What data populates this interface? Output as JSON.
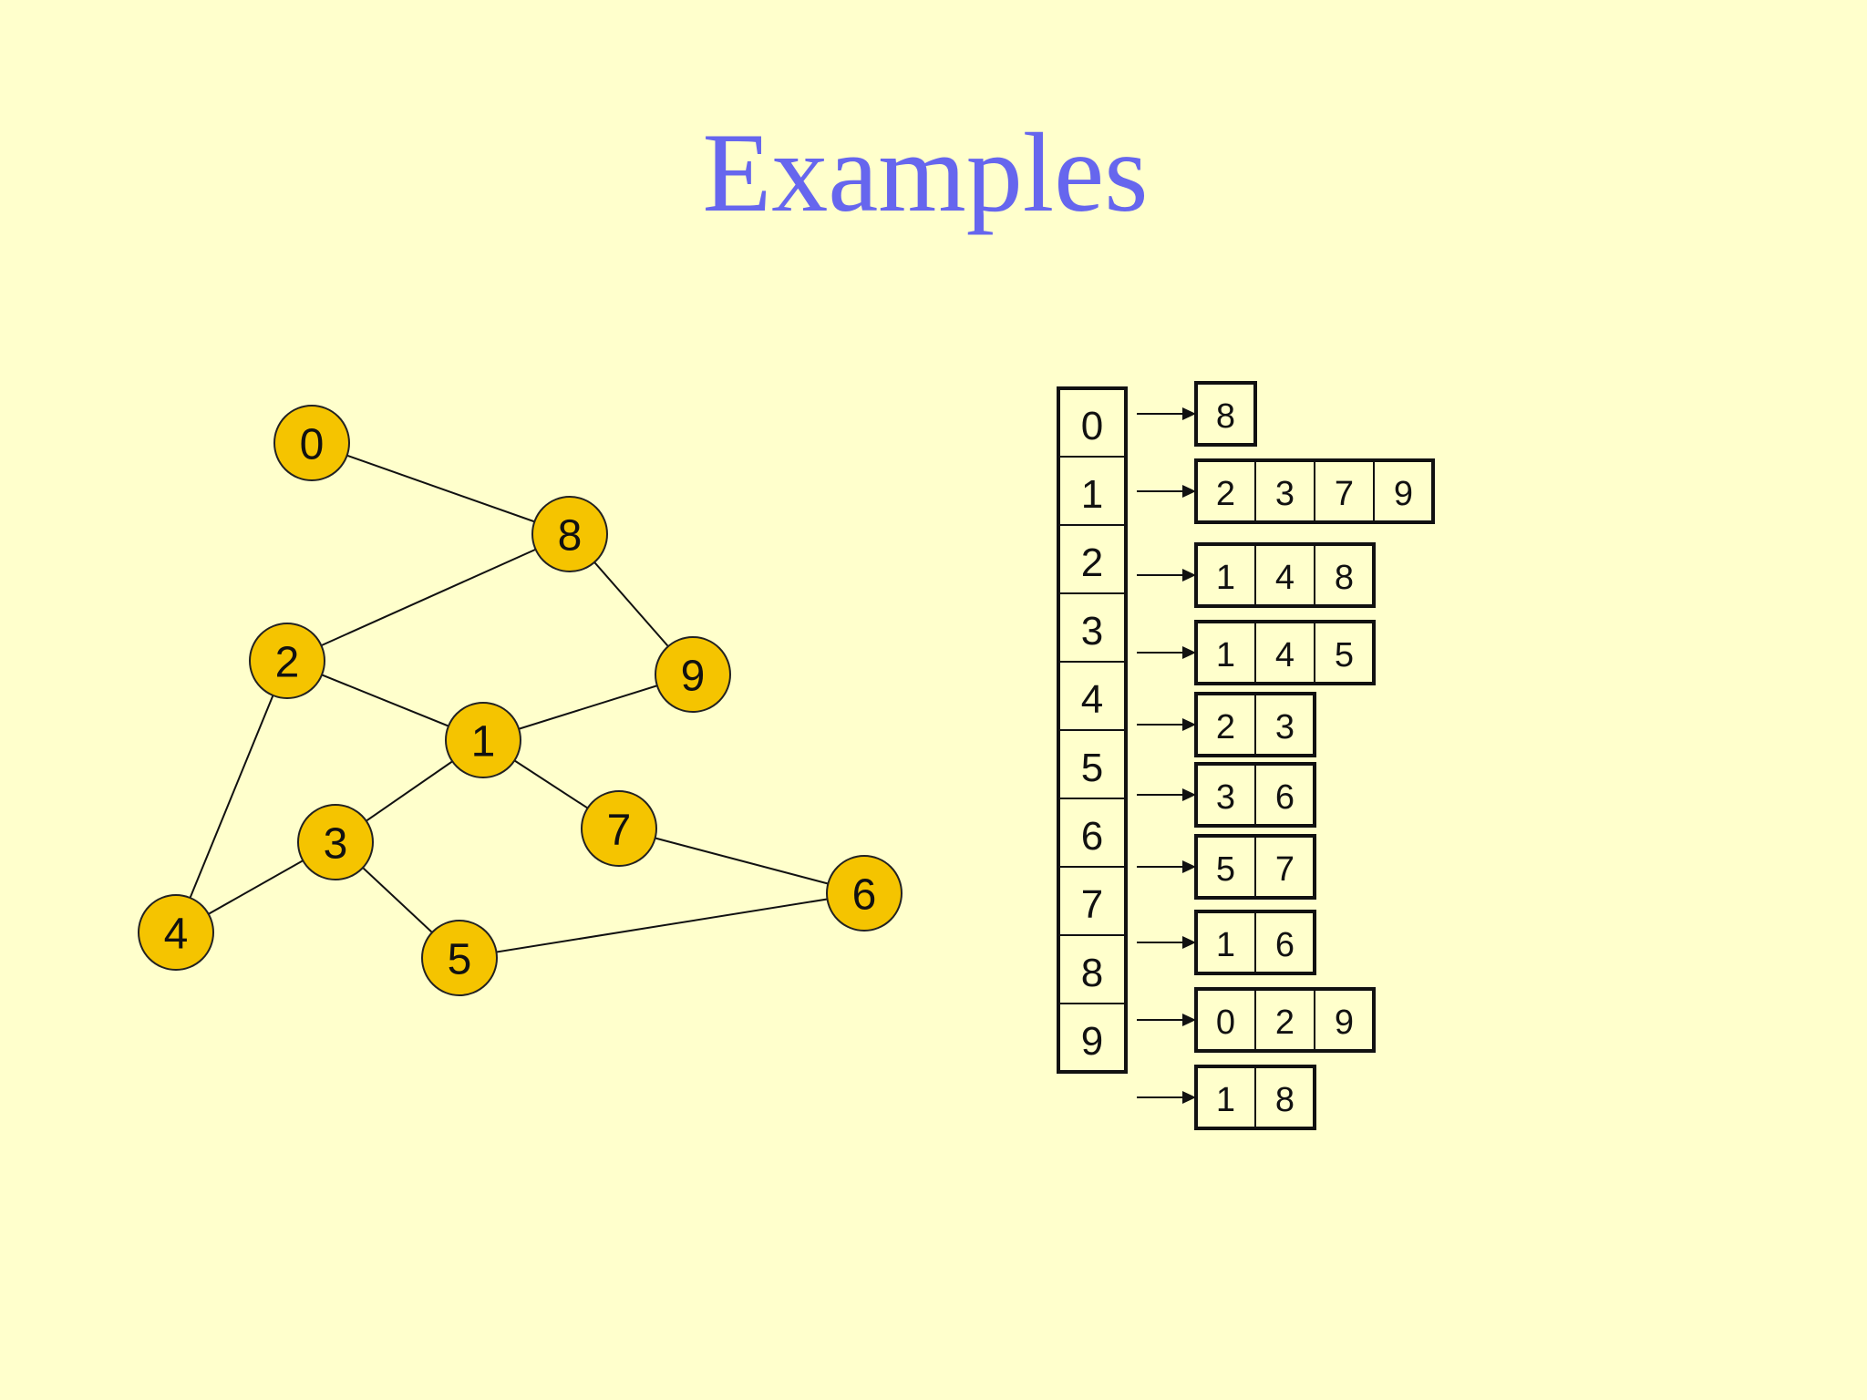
{
  "title": "Examples",
  "graph": {
    "nodes": [
      "0",
      "1",
      "2",
      "3",
      "4",
      "5",
      "6",
      "7",
      "8",
      "9"
    ],
    "edges": [
      [
        "0",
        "8"
      ],
      [
        "8",
        "2"
      ],
      [
        "8",
        "9"
      ],
      [
        "2",
        "1"
      ],
      [
        "2",
        "4"
      ],
      [
        "1",
        "9"
      ],
      [
        "1",
        "3"
      ],
      [
        "1",
        "7"
      ],
      [
        "3",
        "4"
      ],
      [
        "3",
        "5"
      ],
      [
        "5",
        "6"
      ],
      [
        "7",
        "6"
      ]
    ]
  },
  "adjacency": {
    "indices": [
      "0",
      "1",
      "2",
      "3",
      "4",
      "5",
      "6",
      "7",
      "8",
      "9"
    ],
    "lists": [
      [
        "8"
      ],
      [
        "2",
        "3",
        "7",
        "9"
      ],
      [
        "1",
        "4",
        "8"
      ],
      [
        "1",
        "4",
        "5"
      ],
      [
        "2",
        "3"
      ],
      [
        "3",
        "6"
      ],
      [
        "5",
        "7"
      ],
      [
        "1",
        "6"
      ],
      [
        "0",
        "2",
        "9"
      ],
      [
        "1",
        "8"
      ]
    ]
  }
}
